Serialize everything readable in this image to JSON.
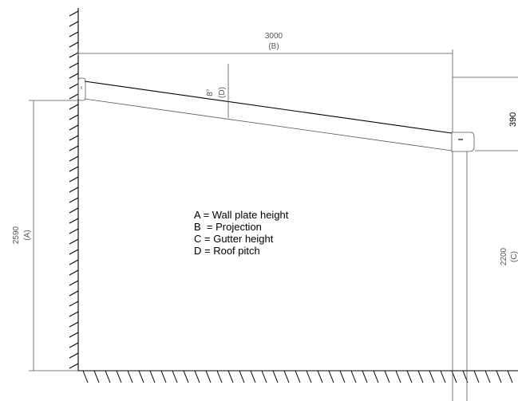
{
  "dimensions": {
    "projection_value": "3000",
    "projection_letter": "(B)",
    "pitch_value": "8°",
    "pitch_letter": "(D)",
    "wall_height_value": "2590",
    "wall_height_letter": "(A)",
    "gutter_height_value": "2200",
    "gutter_height_letter": "(C)",
    "partial_value": "390"
  },
  "legend": [
    {
      "text": "A = Wall plate height"
    },
    {
      "text": "B  = Projection"
    },
    {
      "text": "C = Gutter height"
    },
    {
      "text": "D = Roof pitch"
    }
  ]
}
